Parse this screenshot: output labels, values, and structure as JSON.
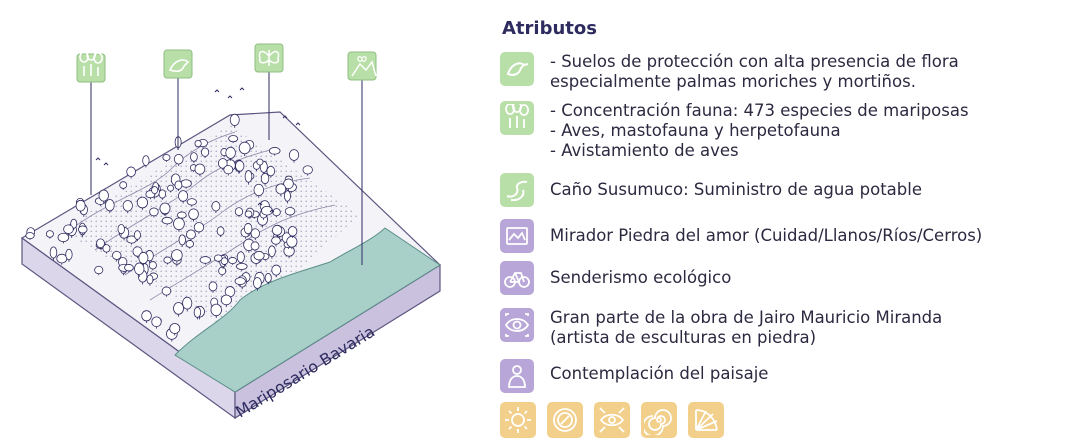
{
  "illustration": {
    "site_label": "Mariposario Bavaria",
    "pins": [
      {
        "icon": "trees-icon"
      },
      {
        "icon": "bird-icon"
      },
      {
        "icon": "butterfly-icon"
      },
      {
        "icon": "mountain-butterfly-icon"
      }
    ]
  },
  "attributes": {
    "title": "Atributos",
    "items": [
      {
        "icon": "bird-icon",
        "color": "#b9dfa8",
        "lines": [
          "- Suelos de protección con alta presencia de flora",
          "especialmente palmas moriches y mortiños."
        ]
      },
      {
        "icon": "trees-icon",
        "color": "#b9dfa8",
        "lines": [
          "- Concentración fauna: 473 especies de mariposas",
          "- Aves, mastofauna y herpetofauna",
          "- Avistamiento de aves"
        ]
      },
      {
        "icon": "stream-icon",
        "color": "#b9dfa8",
        "lines": [
          "Caño Susumuco: Suministro de agua potable"
        ]
      },
      {
        "icon": "viewpoint-icon",
        "color": "#b8a6d8",
        "lines": [
          "Mirador Piedra del amor (Cuidad/Llanos/Ríos/Cerros)"
        ]
      },
      {
        "icon": "bicycle-icon",
        "color": "#b8a6d8",
        "lines": [
          "Senderismo ecológico"
        ]
      },
      {
        "icon": "eye-icon",
        "color": "#b8a6d8",
        "lines": [
          "Gran parte de la obra de Jairo Mauricio Miranda",
          "(artista de esculturas en piedra)"
        ]
      },
      {
        "icon": "person-icon",
        "color": "#b8a6d8",
        "lines": [
          "Contemplación del paisaje"
        ]
      }
    ],
    "badges": [
      {
        "icon": "sun-icon",
        "color": "#f2cf8a"
      },
      {
        "icon": "compass-icon",
        "color": "#f2cf8a"
      },
      {
        "icon": "focus-eye-icon",
        "color": "#f2cf8a"
      },
      {
        "icon": "spiral-icon",
        "color": "#f2cf8a"
      },
      {
        "icon": "fan-icon",
        "color": "#f2cf8a"
      }
    ]
  }
}
